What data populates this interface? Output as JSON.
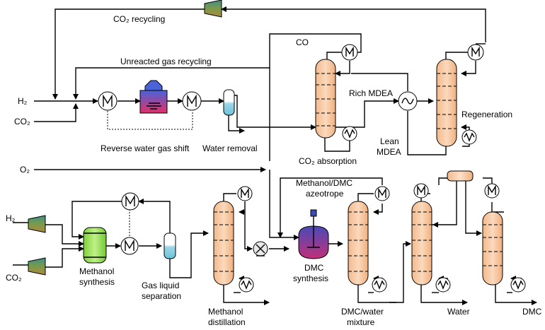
{
  "labels": {
    "co2_recycling": "CO₂ recycling",
    "unreacted_gas_recycling": "Unreacted gas recycling",
    "co": "CO",
    "h2_top": "H₂",
    "co2_top": "CO₂",
    "rich_mdea": "Rich MDEA",
    "regeneration": "Regeneration",
    "lean_mdea_1": "Lean",
    "lean_mdea_2": "MDEA",
    "co2_absorption": "CO₂ absorption",
    "reverse_water_gas_shift": "Reverse water gas shift",
    "water_removal": "Water removal",
    "o2": "O₂",
    "methanol_dmc_azeotrope_1": "Methanol/DMC",
    "methanol_dmc_azeotrope_2": "azeotrope",
    "h2_bottom": "H₂",
    "co2_bottom": "CO₂",
    "methanol_synthesis_1": "Methanol",
    "methanol_synthesis_2": "synthesis",
    "gas_liquid_separation_1": "Gas liquid",
    "gas_liquid_separation_2": "separation",
    "methanol_distillation_1": "Methanol",
    "methanol_distillation_2": "distillation",
    "dmc_synthesis_1": "DMC",
    "dmc_synthesis_2": "synthesis",
    "dmc_water_mixture_1": "DMC/water",
    "dmc_water_mixture_2": "mixture",
    "water": "Water",
    "dmc": "DMC"
  },
  "colors": {
    "column_fill": "#f7c9a4",
    "separator_fill": "#bfe6ee",
    "methanol_reactor_fill": "#9be14f",
    "compressor_fill": "#4f7d78",
    "reactor_top": "#3e5fd0",
    "reactor_bottom": "#d43a6a",
    "dmc_reactor": "#7a3b9a"
  }
}
